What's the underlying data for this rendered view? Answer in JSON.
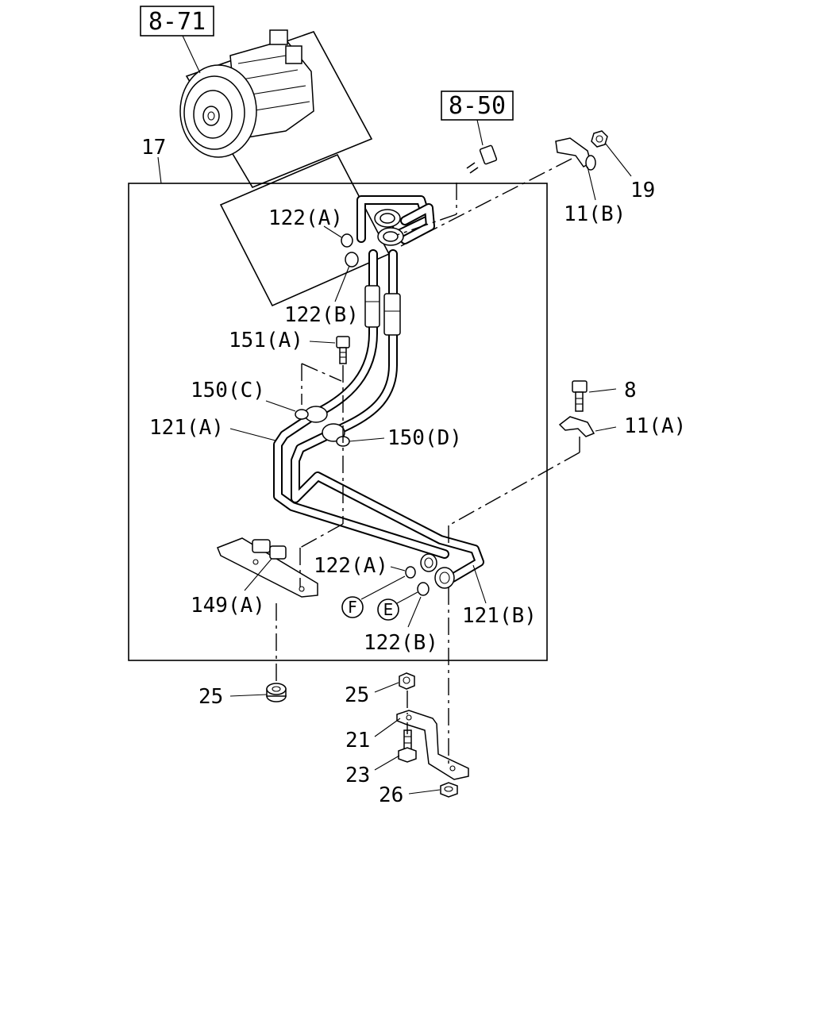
{
  "refs": {
    "compressor": "8-71",
    "bolt_group": "8-50"
  },
  "assembly_number": "17",
  "labels": {
    "p19": "19",
    "p11b": "11(B)",
    "p122a_top": "122(A)",
    "p122b_top": "122(B)",
    "p151a": "151(A)",
    "p150c": "150(C)",
    "p121a": "121(A)",
    "p150d": "150(D)",
    "p8": "8",
    "p11a": "11(A)",
    "p122a_bot": "122(A)",
    "p149a": "149(A)",
    "p121b": "121(B)",
    "p122b_bot": "122(B)",
    "p25_left": "25",
    "p25_right": "25",
    "p21": "21",
    "p23": "23",
    "p26": "26"
  },
  "circled": {
    "f": "F",
    "e": "E"
  }
}
